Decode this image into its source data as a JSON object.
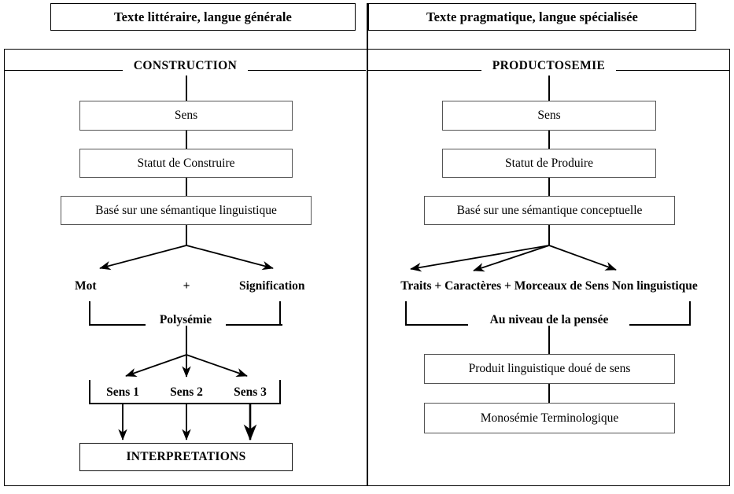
{
  "headers": {
    "left": "Texte littéraire, langue générale",
    "right": "Texte pragmatique, langue spécialisée"
  },
  "sections": {
    "left_legend": "CONSTRUCTION",
    "right_legend": "PRODUCTOSEMIE"
  },
  "left_column": {
    "nodes": [
      {
        "label": "Sens"
      },
      {
        "label": "Statut de Construire"
      },
      {
        "label": "Basé sur une sémantique linguistique"
      }
    ],
    "branch_terms": {
      "first": "Mot",
      "operator": "+",
      "second": "Signification"
    },
    "bracket_label": "Polysémie",
    "senses": [
      "Sens 1",
      "Sens 2",
      "Sens 3"
    ],
    "outcome": "INTERPRETATIONS"
  },
  "right_column": {
    "nodes": [
      {
        "label": "Sens"
      },
      {
        "label": "Statut de Produire"
      },
      {
        "label": "Basé sur une sémantique conceptuelle"
      }
    ],
    "branch_terms": "Traits + Caractères + Morceaux de Sens Non linguistique",
    "bracket_label": "Au niveau de la pensée",
    "results": [
      {
        "label": "Produit linguistique doué de sens"
      },
      {
        "label": "Monosémie Terminologique"
      }
    ]
  },
  "colors": {
    "ink": "#000000",
    "box_border": "#555555",
    "background": "#ffffff"
  }
}
